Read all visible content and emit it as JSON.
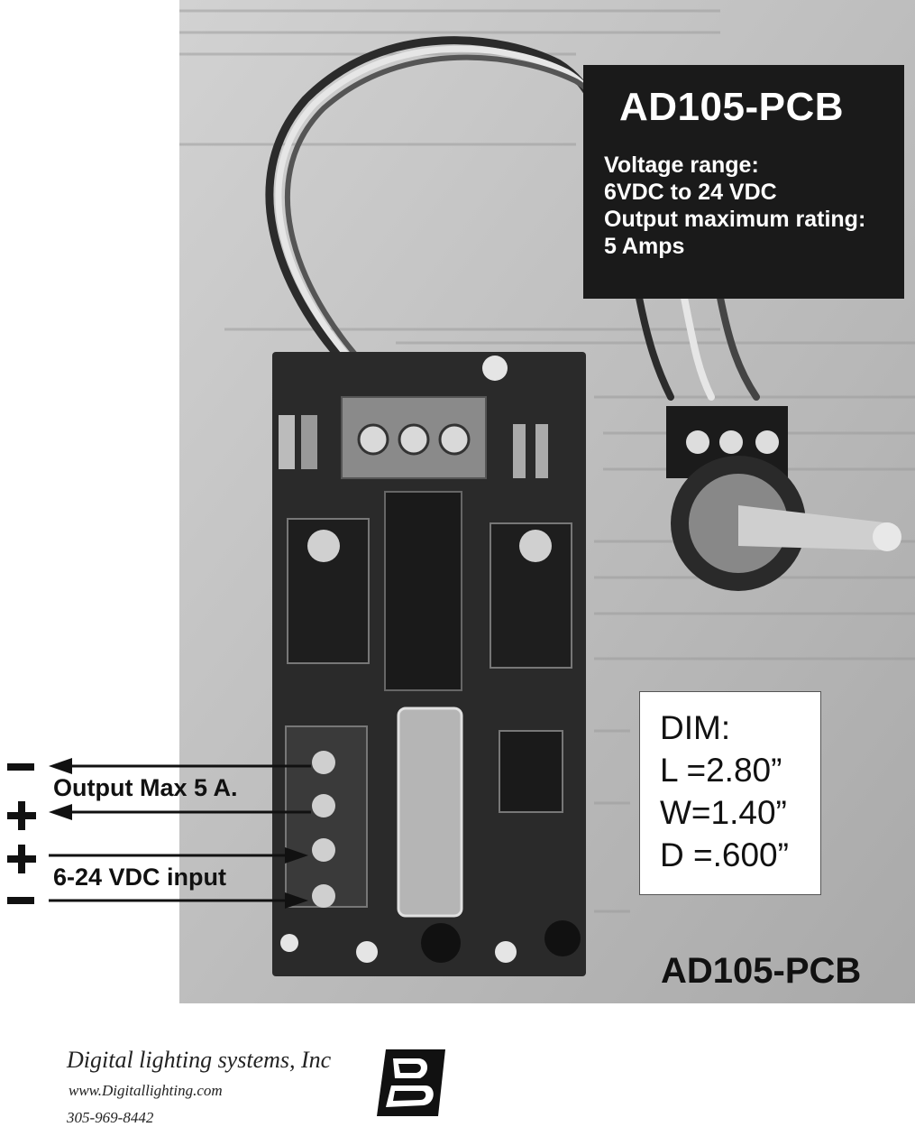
{
  "spec_box": {
    "title": "AD105-PCB",
    "lines": [
      "Voltage range:",
      "6VDC to 24 VDC",
      "Output maximum rating:",
      "5 Amps"
    ]
  },
  "dimensions": {
    "lines": [
      "DIM:",
      "L  =2.80”",
      "W=1.40”",
      "D =.600”"
    ]
  },
  "board_caption": "AD105-PCB",
  "wiring": {
    "output_label": "Output Max 5 A.",
    "input_label": "6-24 VDC input"
  },
  "footer": {
    "company": "Digital lighting systems, Inc",
    "url": "www.Digitallighting.com",
    "phone": "305-969-8442"
  },
  "icons": {
    "photo": "pcb-board-photo",
    "logo": "dls-logo"
  }
}
